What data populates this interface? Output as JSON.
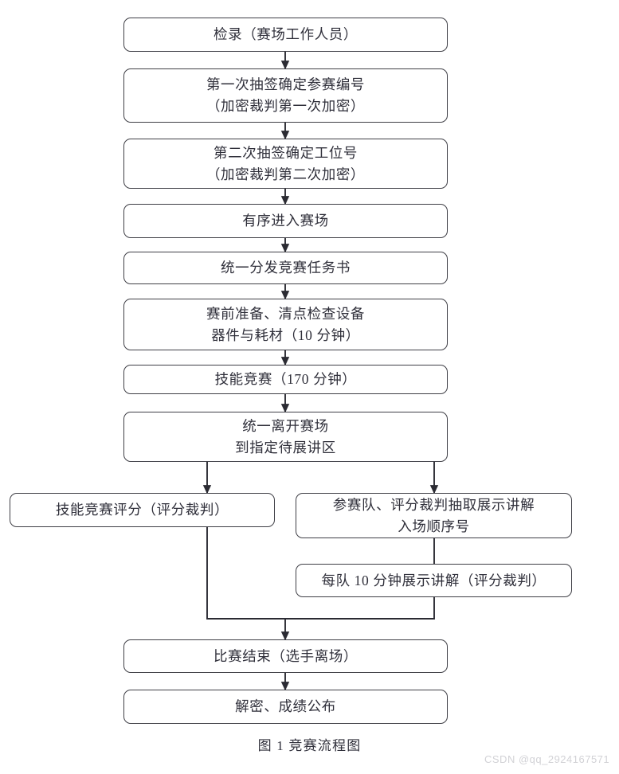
{
  "figure": {
    "caption": "图 1 竞赛流程图",
    "watermark": "CSDN @qq_2924167571",
    "line_color": "#3f3f46",
    "text_color": "#2f2f3a",
    "background": "#ffffff"
  },
  "nodes": {
    "check_in": {
      "line1": "检录（赛场工作人员）"
    },
    "draw1": {
      "line1": "第一次抽签确定参赛编号",
      "line2": "（加密裁判第一次加密）"
    },
    "draw2": {
      "line1": "第二次抽签确定工位号",
      "line2": "（加密裁判第二次加密）"
    },
    "enter_venue": {
      "line1": "有序进入赛场"
    },
    "distribute_task": {
      "line1": "统一分发竞赛任务书"
    },
    "pre_check": {
      "line1": "赛前准备、清点检查设备",
      "line2": "器件与耗材（10 分钟）"
    },
    "skill_contest": {
      "line1": "技能竞赛（170 分钟）"
    },
    "leave_venue": {
      "line1": "统一离开赛场",
      "line2": "到指定待展讲区"
    },
    "scoring": {
      "line1": "技能竞赛评分（评分裁判）"
    },
    "draw_order": {
      "line1": "参赛队、评分裁判抽取展示讲解",
      "line2": "入场顺序号"
    },
    "presentation": {
      "line1": "每队 10 分钟展示讲解（评分裁判）"
    },
    "contest_end": {
      "line1": "比赛结束（选手离场）"
    },
    "decrypt_results": {
      "line1": "解密、成绩公布"
    }
  }
}
